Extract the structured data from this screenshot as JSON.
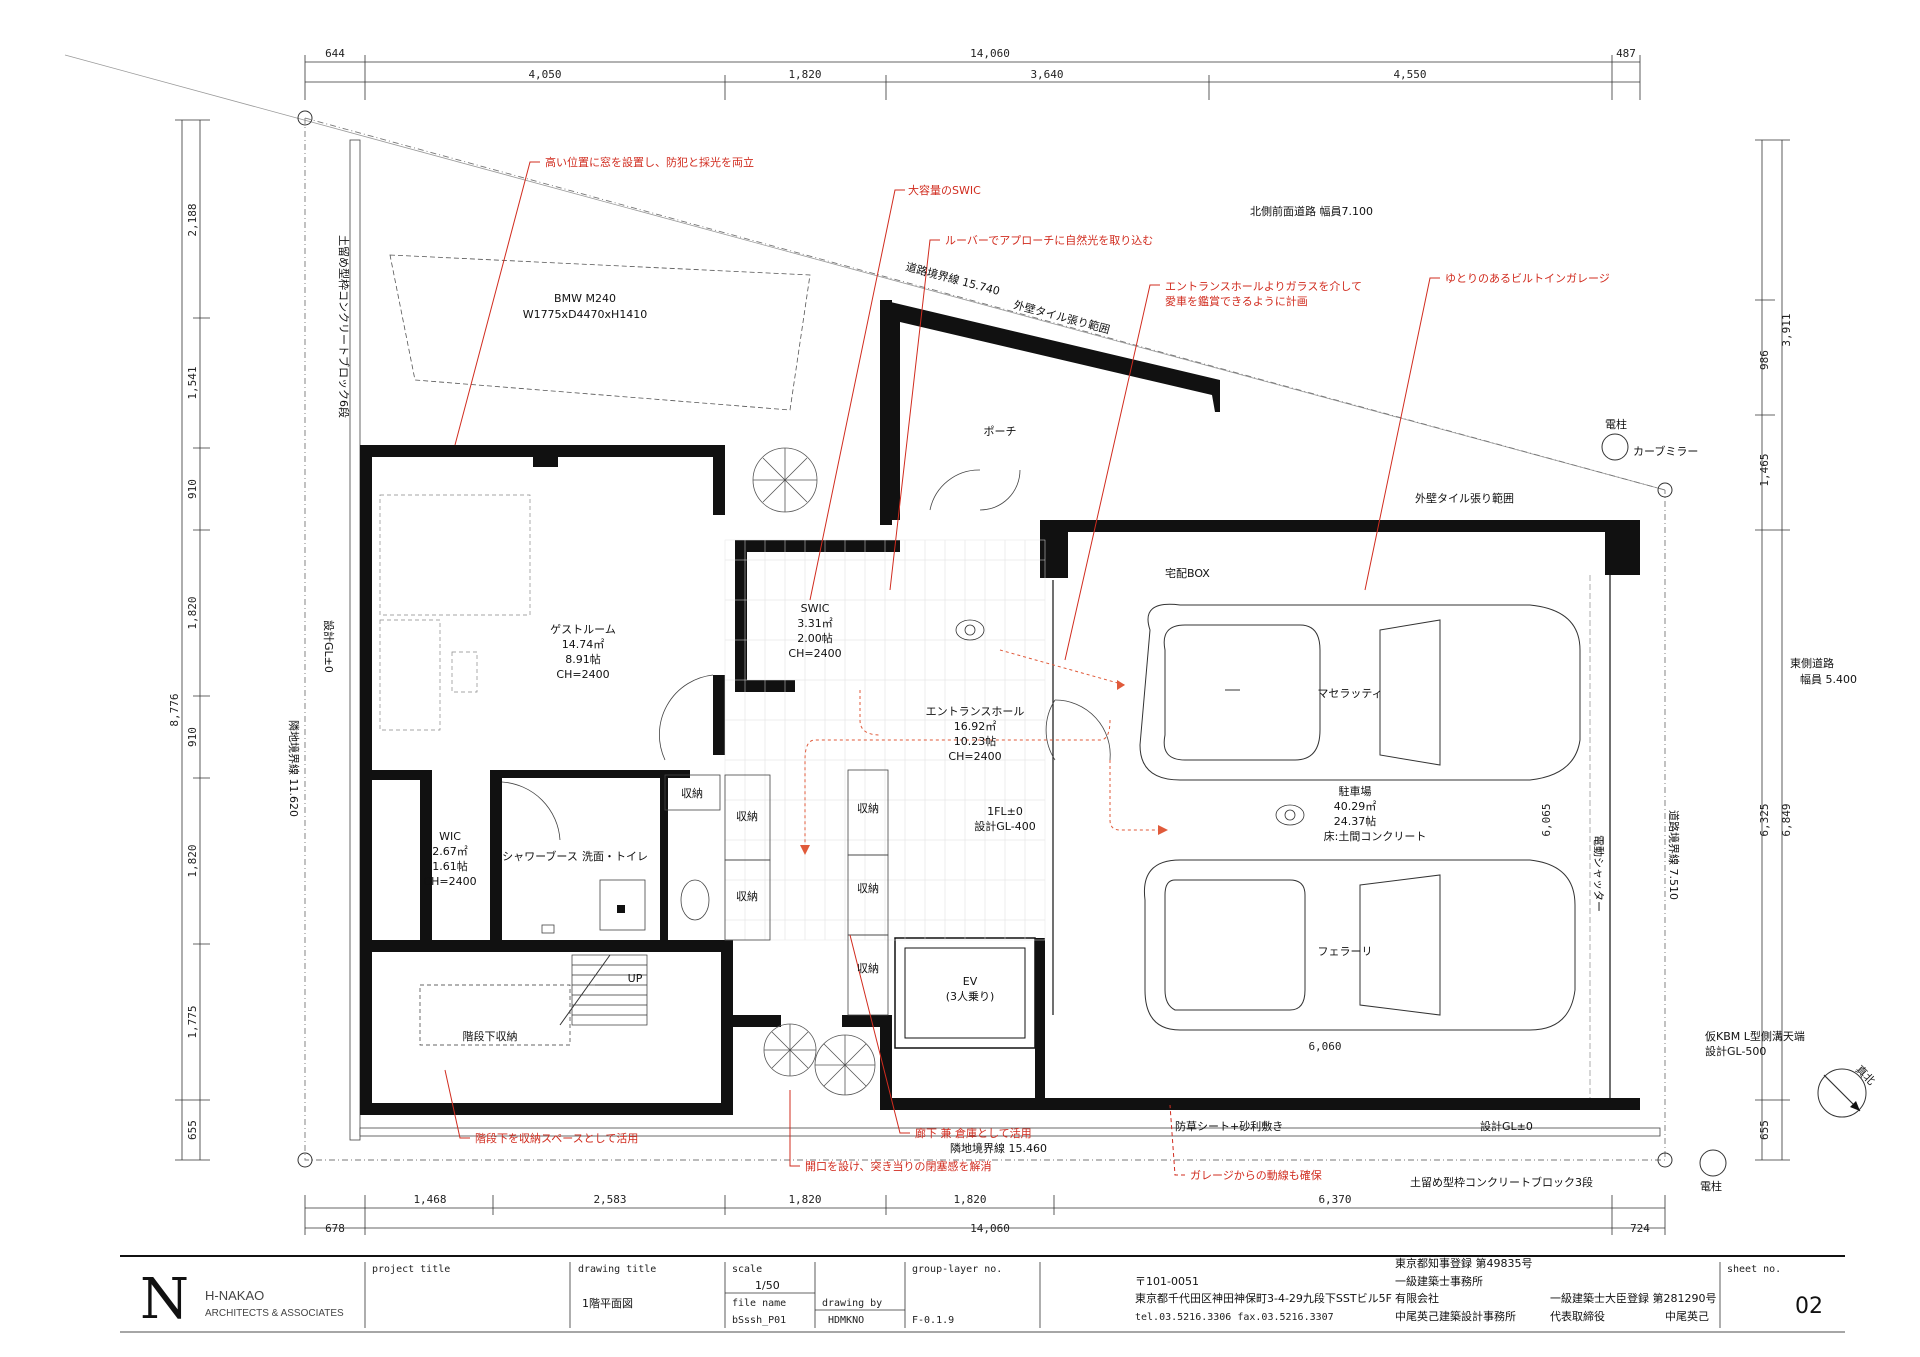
{
  "dimensions": {
    "top_total": "14,060",
    "top_left_offset": "644",
    "top_right_offset": "487",
    "top_segments": [
      "4,050",
      "1,820",
      "3,640",
      "4,550"
    ],
    "bottom_total": "14,060",
    "bottom_left_offset": "678",
    "bottom_right_offset": "724",
    "bottom_segments": [
      "1,468",
      "2,583",
      "1,820",
      "1,820",
      "6,370"
    ],
    "left_total": "8,776",
    "left_segments": [
      "2,188",
      "1,541",
      "910",
      "1,820",
      "910",
      "1,820",
      "1,775",
      "655"
    ],
    "right_segments": [
      "3,911",
      "986",
      "1,465",
      "6,849",
      "6,325",
      "655"
    ],
    "garage_width": "6,060",
    "garage_depth": "6,065"
  },
  "site": {
    "north_road": "北側前面道路 幅員7.100",
    "east_road": [
      "東側道路",
      "幅員 5.400"
    ],
    "road_boundary_north": "道路境界線 15.740",
    "road_boundary_east": "道路境界線 7.510",
    "neighbor_boundary_left": "隣地境界線 11.620",
    "neighbor_boundary_bottom": "隣地境界線 15.460",
    "retaining_left": "土留め型枠コンクリートブロック6段",
    "retaining_bottom": "土留め型枠コンクリートブロック3段",
    "design_gl_left": "設計GL±0",
    "design_gl_bottom": "設計GL±0",
    "gravel": "防草シート+砂利敷き",
    "tile_north": "外壁タイル張り範囲",
    "tile_garage": "外壁タイル張り範囲",
    "pole_top": "電柱",
    "curve_mirror": "カーブミラー",
    "pole_bottom": "電柱",
    "kbm": [
      "仮KBM L型側溝天端",
      "設計GL-500"
    ],
    "north_mark": "真北",
    "parked_car": [
      "BMW M240",
      "W1775xD4470xH1410"
    ]
  },
  "rooms": {
    "guest": [
      "ゲストルーム",
      "14.74㎡",
      "8.91帖",
      "CH=2400"
    ],
    "swic": [
      "SWIC",
      "3.31㎡",
      "2.00帖",
      "CH=2400"
    ],
    "entrance": [
      "エントランスホール",
      "16.92㎡",
      "10.23帖",
      "CH=2400"
    ],
    "wic": [
      "WIC",
      "2.67㎡",
      "1.61帖",
      "CH=2400"
    ],
    "shower": "シャワーブース",
    "wash": "洗面・トイレ",
    "storage": "収納",
    "stair_storage": "階段下収納",
    "up": "UP",
    "porch": "ポーチ",
    "ev": [
      "EV",
      "(3人乗り)"
    ],
    "fl": [
      "1FL±0",
      "設計GL-400"
    ],
    "garage": [
      "駐車場",
      "40.29㎡",
      "24.37帖",
      "床:土間コンクリート"
    ],
    "shutter": "電動シャッター",
    "delivery_box": "宅配BOX",
    "car1": "マセラッティ",
    "car2": "フェラーリ"
  },
  "notes": {
    "high_window": "高い位置に窓を設置し、防犯と採光を両立",
    "big_swic": "大容量のSWIC",
    "louver": "ルーバーでアプローチに自然光を取り込む",
    "glass_view": [
      "エントランスホールよりガラスを介して",
      "愛車を鑑賞できるように計画"
    ],
    "builtin_garage": "ゆとりのあるビルトインガレージ",
    "under_stair": "階段下を収納スペースとして活用",
    "corridor_storage": "廊下 兼 倉庫として活用",
    "opening": "開口を設け、突き当りの閉塞感を解消",
    "garage_flow": "ガレージからの動線も確保"
  },
  "title_block": {
    "logo_letter": "N",
    "firm_line1": "H-NAKAO",
    "firm_line2": "ARCHITECTS & ASSOCIATES",
    "project_title_label": "project title",
    "drawing_title_label": "drawing title",
    "drawing_title": "1階平面図",
    "scale_label": "scale",
    "scale": "1/50",
    "file_name_label": "file name",
    "file_name": "bSssh_P01",
    "drawing_by_label": "drawing by",
    "drawing_by": "HDMKNO",
    "group_layer_label": "group-layer no.",
    "group_layer": "F-0.1.9",
    "postal": "〒101-0051",
    "address": "東京都千代田区神田神保町3-4-29九段下SSTビル5F",
    "tel": "tel.03.5216.3306 fax.03.5216.3307",
    "registration": "東京都知事登録 第49835号",
    "office_class": "一級建築士事務所",
    "company_type": "有限会社",
    "company": "中尾英己建築設計事務所",
    "architect_reg": "一級建築士大臣登録 第281290号",
    "rep_title": "代表取締役",
    "rep_name": "中尾英己",
    "sheet_label": "sheet no.",
    "sheet_no": "02"
  }
}
